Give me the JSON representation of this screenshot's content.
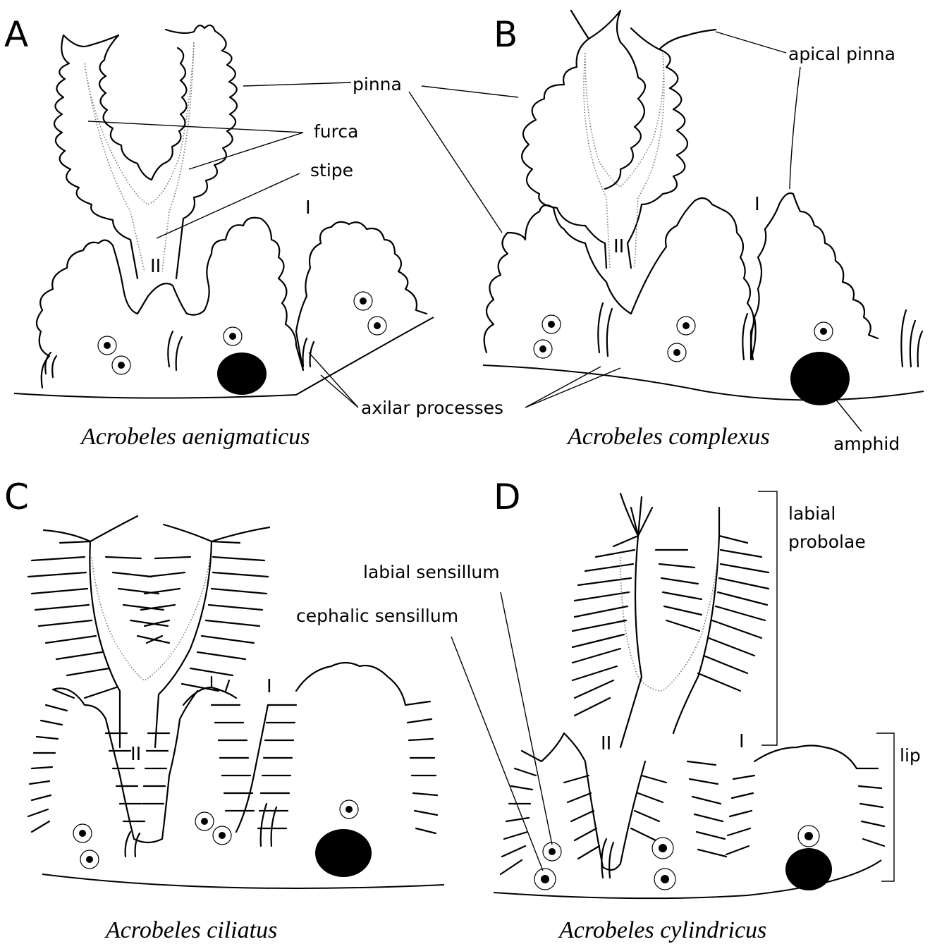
{
  "panels": {
    "A": {
      "letter": "A",
      "caption": "Acrobeles aenigmaticus",
      "roman_I": "I",
      "roman_II": "II"
    },
    "B": {
      "letter": "B",
      "caption": "Acrobeles complexus",
      "roman_I": "I",
      "roman_II": "II"
    },
    "C": {
      "letter": "C",
      "caption": "Acrobeles ciliatus",
      "roman_I": "I",
      "roman_II": "II"
    },
    "D": {
      "letter": "D",
      "caption": "Acrobeles cylindricus",
      "roman_I": "I",
      "roman_II": "II"
    }
  },
  "labels": {
    "pinna": "pinna",
    "furca": "furca",
    "stipe": "stipe",
    "apical_pinna": "apical pinna",
    "axilar_processes": "axilar processes",
    "amphid": "amphid",
    "labial_sensillum": "labial sensillum",
    "cephalic_sensillum": "cephalic sensillum",
    "labial_probolae_1": "labial",
    "labial_probolae_2": "probolae",
    "lip": "lip"
  }
}
